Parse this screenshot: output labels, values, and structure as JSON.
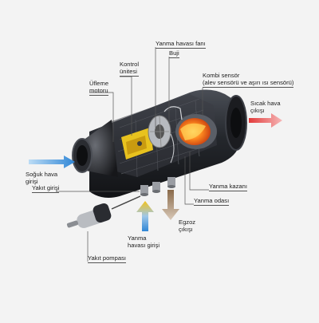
{
  "diagram": {
    "parts": [
      {
        "id": "blower_motor",
        "label": "Üfleme\nmotoru"
      },
      {
        "id": "control_unit",
        "label": "Kontrol\nünitesi"
      },
      {
        "id": "combustion_fan",
        "label": "Yanma havası fanı"
      },
      {
        "id": "glow_plug",
        "label": "Buji"
      },
      {
        "id": "combi_sensor",
        "label": "Kombi sensör\n(alev sensörü ve aşırı ısı sensörü)"
      },
      {
        "id": "hot_air_out",
        "label": "Sıcak hava\nçıkışı"
      },
      {
        "id": "cold_air_in",
        "label": "Soğuk hava\ngirişi"
      },
      {
        "id": "fuel_inlet",
        "label": "Yakıt girişi"
      },
      {
        "id": "heat_exchanger",
        "label": "Yanma kazanı"
      },
      {
        "id": "combustion_chamber",
        "label": "Yanma odası"
      },
      {
        "id": "exhaust_out",
        "label": "Egzoz\nçıkışı"
      },
      {
        "id": "combustion_air_in",
        "label": "Yanma\nhavası girişi"
      },
      {
        "id": "fuel_pump",
        "label": "Yakıt pompası"
      }
    ],
    "colors": {
      "background": "#f3f3f3",
      "housing": "#2a2d33",
      "cold_arrow": "#3a8fd6",
      "hot_arrow": "#e23b3b",
      "exhaust_arrow": "#8a6a4a",
      "intake_arrow_top": "#f2c21a",
      "intake_arrow_bottom": "#2f86d6",
      "flame": "#ff7a1a"
    }
  }
}
